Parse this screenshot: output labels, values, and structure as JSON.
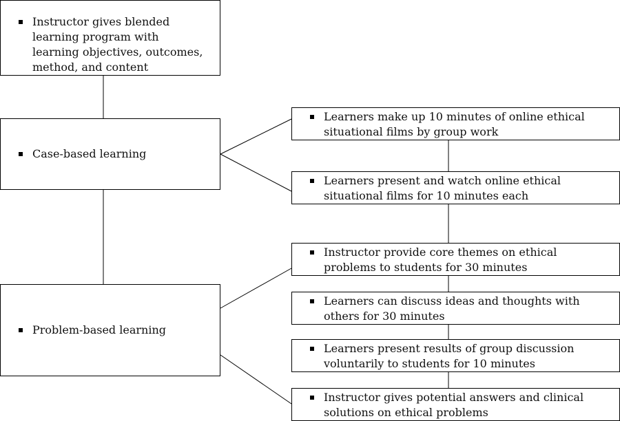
{
  "boxes": {
    "program": "Instructor gives blended learning program with learning objectives, outcomes, method, and content",
    "case_based": "Case-based learning",
    "problem_based": "Problem-based learning"
  },
  "case_steps": [
    "Learners make up 10 minutes of online ethical situational films by group work",
    "Learners present and watch online ethical situational films for 10 minutes each"
  ],
  "problem_steps": [
    "Instructor provide core themes on ethical problems to students for 30 minutes",
    "Learners can discuss ideas and thoughts with others for 30 minutes",
    "Learners present results of group discussion voluntarily to students for 10 minutes",
    "Instructor gives potential answers and clinical solutions on ethical problems"
  ],
  "bullet_icon": "square-bullet-icon",
  "line_color": "#000000"
}
